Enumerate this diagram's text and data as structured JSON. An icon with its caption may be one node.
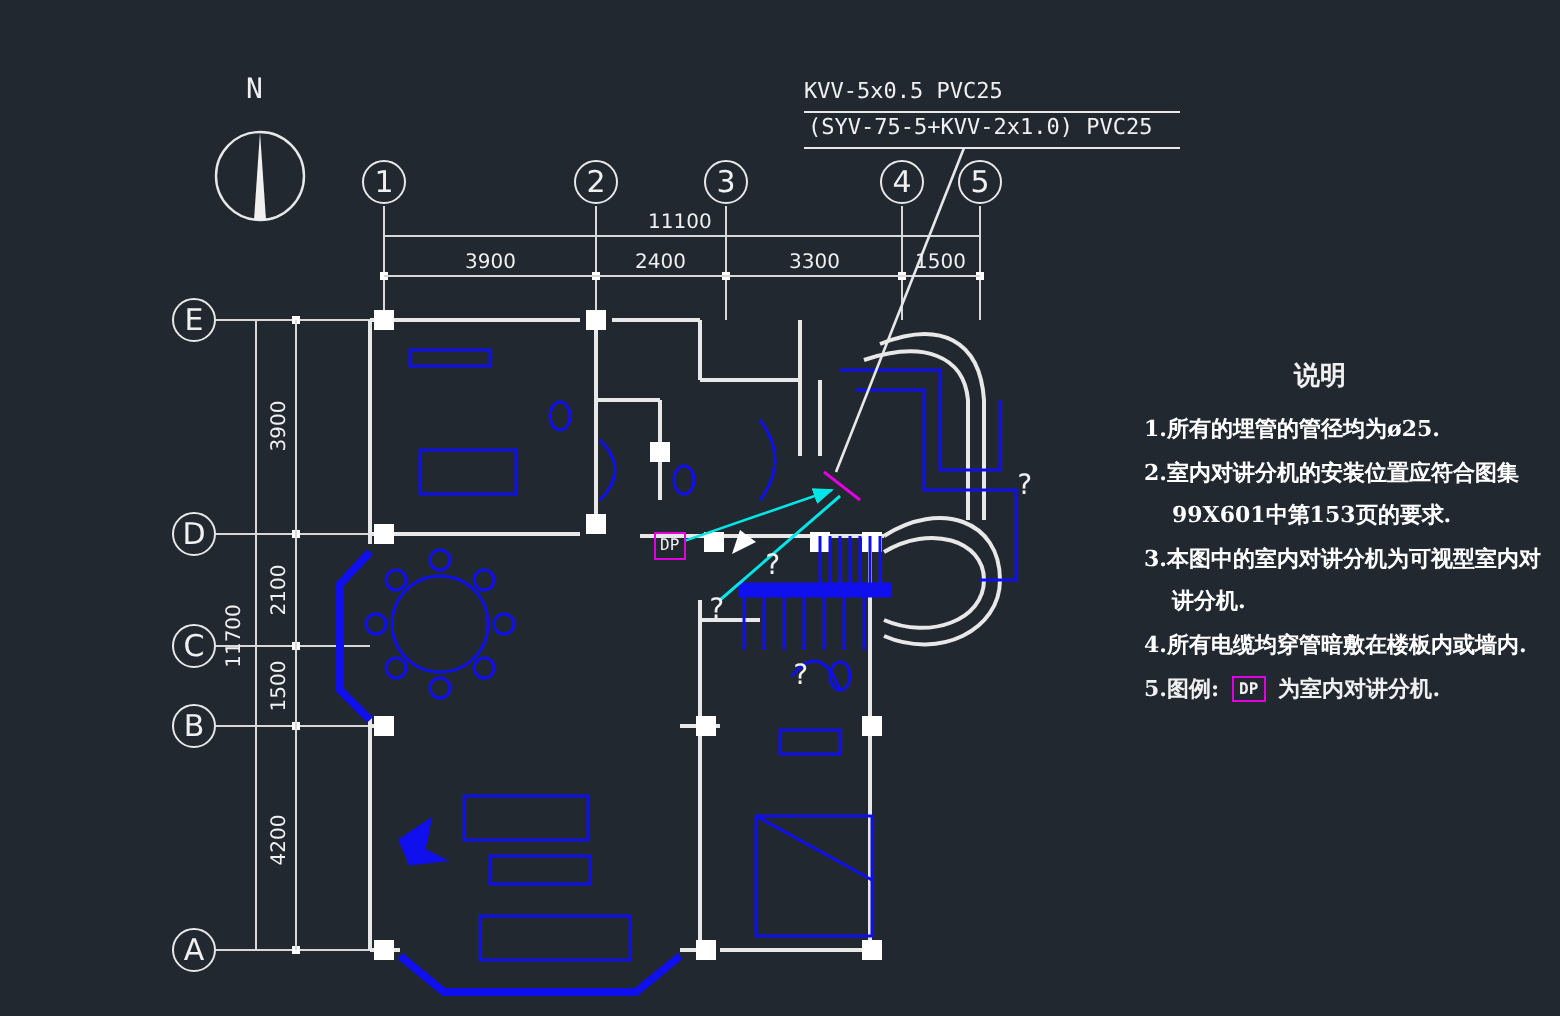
{
  "diagram": {
    "nodes": [
      {
        "text": [
          "DP"
        ]
      },
      {
        "text": [
          "KVV-5x0.5 PVC25",
          "(SYV-75-5+KVV-2x1.0) PVC25"
        ]
      }
    ],
    "edges": [
      {
        "from": 0,
        "to": null,
        "arrow": "to",
        "color": "#00e5e5"
      },
      {
        "from": 1,
        "to": null,
        "arrow": "none",
        "color": "#e8e8e8"
      }
    ],
    "labels": [
      "N",
      "1",
      "2",
      "3",
      "4",
      "5",
      "11100",
      "3900",
      "2400",
      "3300",
      "1500",
      "E",
      "D",
      "C",
      "B",
      "A",
      "11700",
      "3900",
      "2100",
      "1500",
      "4200",
      "?",
      "?",
      "?",
      "?",
      "说明",
      "1.所有的埋管的管径均为ø25.",
      "2.室内对讲分机的安装位置应符合图集99X601中第153页的要求.",
      "3.本图中的室内对讲分机为可视型室内对讲分机.",
      "4.所有电缆均穿管暗敷在楼板内或墙内.",
      "5.图例:",
      "DP",
      "为室内对讲分机."
    ]
  }
}
